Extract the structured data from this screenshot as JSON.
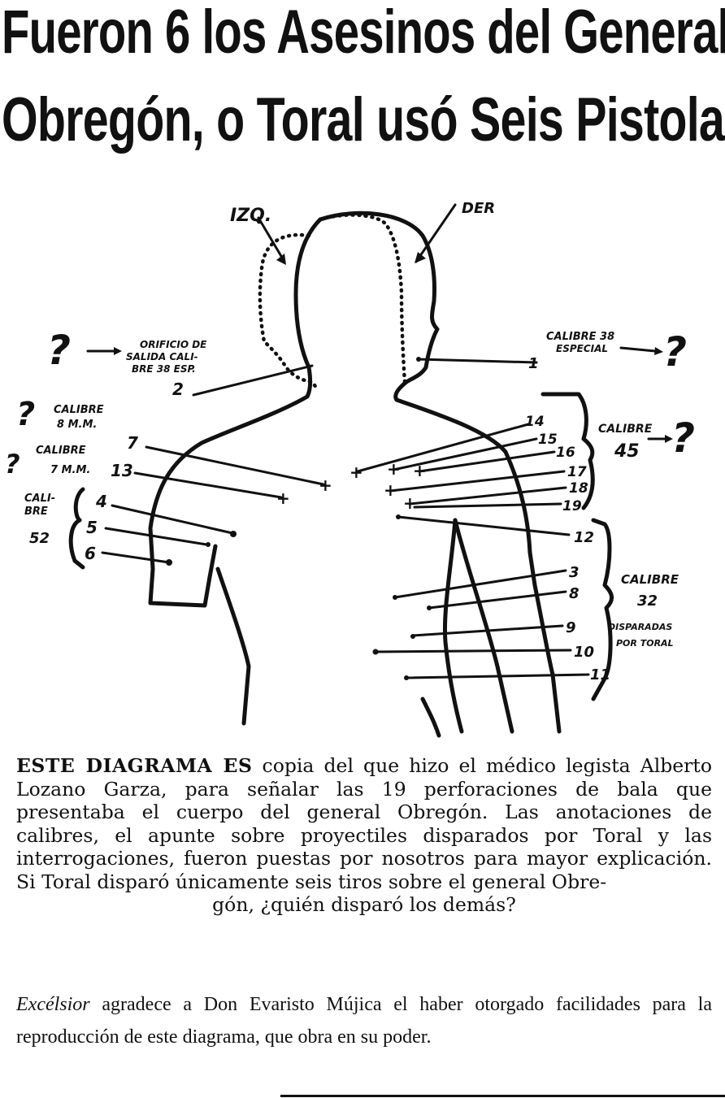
{
  "headline": {
    "line1": "Fueron 6 los Asesinos del General",
    "line2": "Obregón, o Toral usó Seis Pistolas"
  },
  "diagram": {
    "labels": {
      "izq": "IZQ.",
      "der": "DER",
      "orificio_1": "ORIFICIO DE",
      "orificio_2": "SALIDA CALI-",
      "orificio_3": "BRE 38 ESP.",
      "calibre38_1": "CALIBRE 38",
      "calibre38_2": "ESPECIAL",
      "calibre8_1": "CALIBRE",
      "calibre8_2": "8 M.M.",
      "calibre7_1": "CALIBRE",
      "calibre7_2": "7 M.M.",
      "cali52_1": "CALI-",
      "cali52_2": "BRE",
      "cali52_3": "52",
      "calibre45_1": "CALIBRE",
      "calibre45_2": "45",
      "calibre32_1": "CALIBRE",
      "calibre32_2": "32",
      "calibre32_3": "DISPARADAS",
      "calibre32_4": "POR TORAL",
      "question": "?"
    },
    "numbers": {
      "n1": "1",
      "n2": "2",
      "n3": "3",
      "n4": "4",
      "n5": "5",
      "n6": "6",
      "n7": "7",
      "n8": "8",
      "n9": "9",
      "n10": "10",
      "n11": "11",
      "n12": "12",
      "n13": "13",
      "n14": "14",
      "n15": "15",
      "n16": "16",
      "n17": "17",
      "n18": "18",
      "n19": "19"
    }
  },
  "caption": {
    "lead": "ESTE DIAGRAMA ES",
    "text": " copia del que hizo el médico legista Alberto Lozano Garza, para señalar las 19 perforaciones de bala que presentaba el cuerpo del general Obregón. Las anotaciones de calibres, el apunte sobre proyectiles disparados por Toral y las interrogaciones, fueron puestas por nosotros para mayor explicación. Si Toral disparó únicamente seis tiros sobre el general Obre-",
    "last_line": "gón, ¿quién disparó los demás?"
  },
  "credit": {
    "publication": "Excélsior",
    "text": " agradece a Don Evaristo Mújica el haber otorgado facilidades para la reproducción de este diagrama, que obra en su poder."
  }
}
